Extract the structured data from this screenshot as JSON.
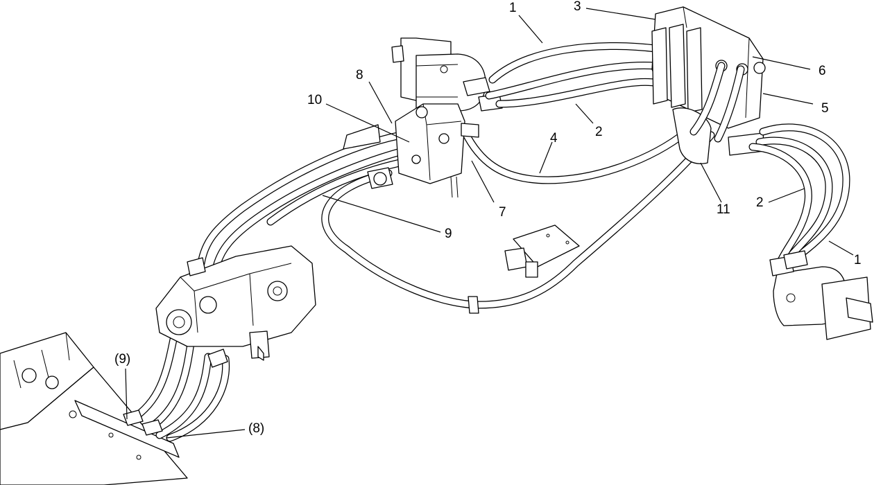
{
  "callouts": {
    "c1_top": "1",
    "c3": "3",
    "c6": "6",
    "c5": "5",
    "c8": "8",
    "c10": "10",
    "c2_mid": "2",
    "c4": "4",
    "c7": "7",
    "c11": "11",
    "c2_right": "2",
    "c9": "9",
    "c1_right": "1",
    "c9_ref": "(9)",
    "c8_ref": "(8)"
  }
}
